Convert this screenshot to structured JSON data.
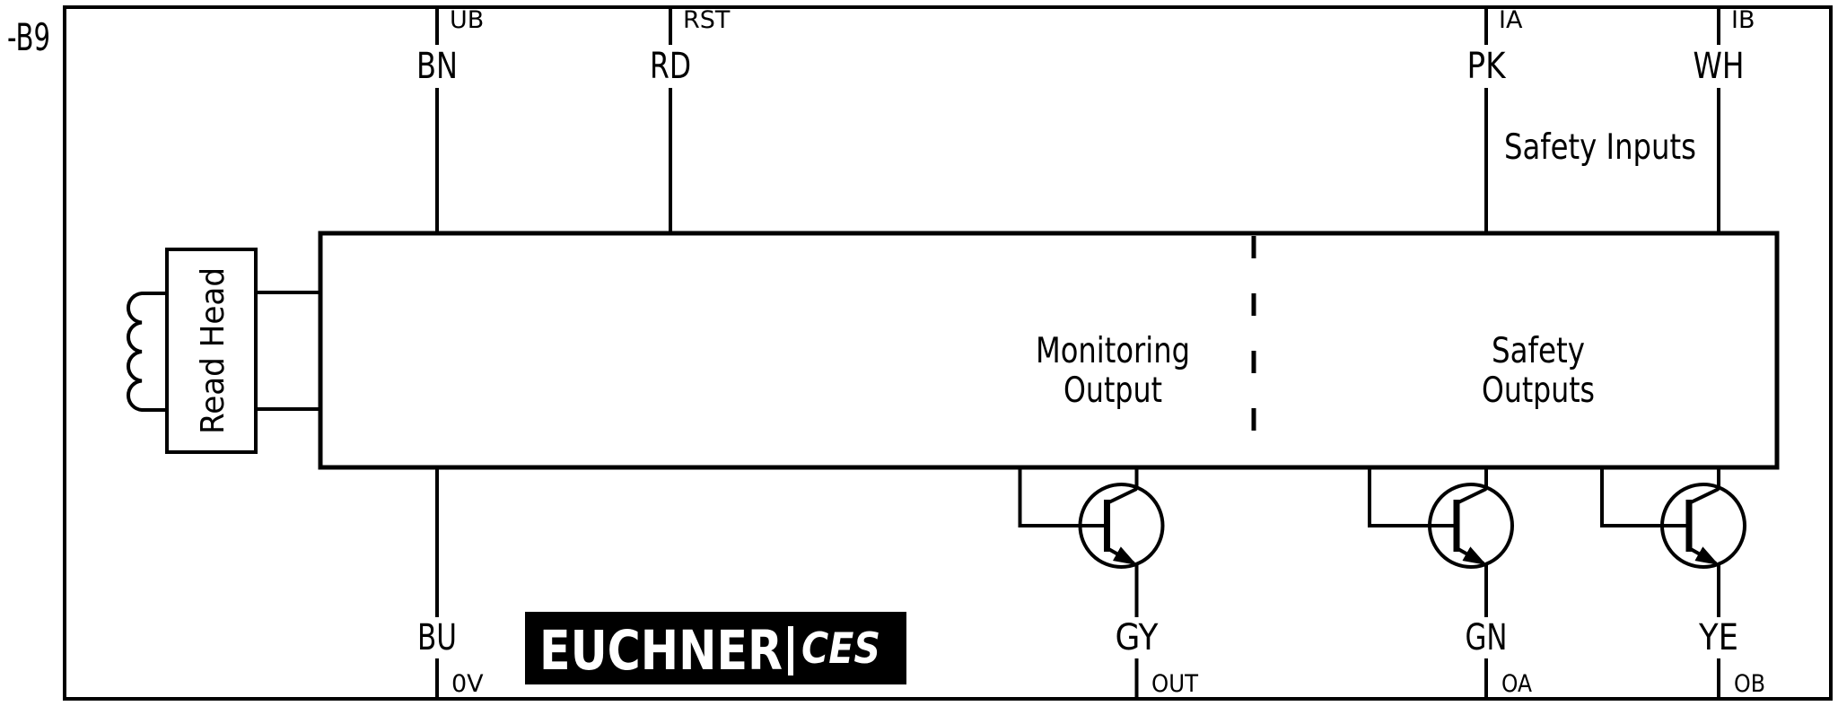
{
  "device_tag": "-B9",
  "read_head": {
    "label": "Read Head"
  },
  "controller": {
    "monitoring_output": {
      "line1": "Monitoring",
      "line2": "Output"
    },
    "safety_outputs": {
      "line1": "Safety",
      "line2": "Outputs"
    },
    "safety_inputs": "Safety Inputs"
  },
  "terminals": {
    "top": [
      {
        "pin": "UB",
        "wire": "BN"
      },
      {
        "pin": "RST",
        "wire": "RD"
      },
      {
        "pin": "IA",
        "wire": "PK"
      },
      {
        "pin": "IB",
        "wire": "WH"
      }
    ],
    "bottom": [
      {
        "pin": "0V",
        "wire": "BU"
      },
      {
        "pin": "OUT",
        "wire": "GY"
      },
      {
        "pin": "OA",
        "wire": "GN"
      },
      {
        "pin": "OB",
        "wire": "YE"
      }
    ]
  },
  "logo": {
    "brand": "EUCHNER",
    "product": "CES"
  },
  "colors": {
    "ink": "#000000",
    "background": "#ffffff",
    "logo_background": "#000000",
    "logo_text": "#ffffff"
  }
}
